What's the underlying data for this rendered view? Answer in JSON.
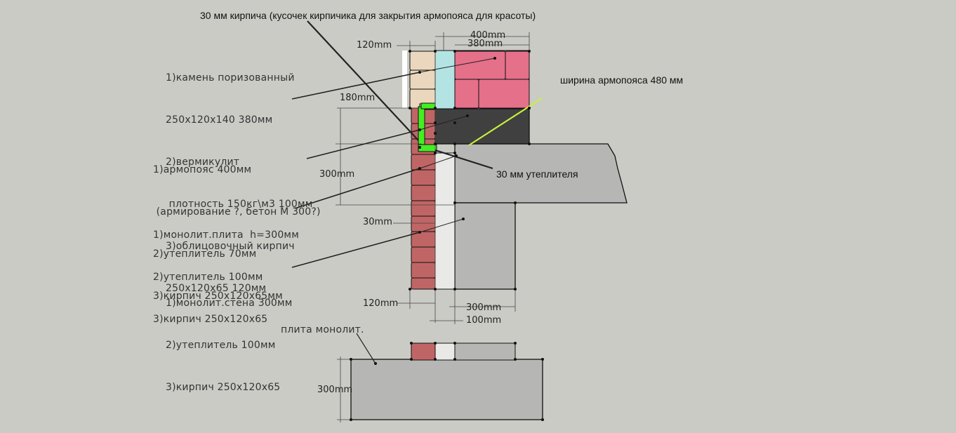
{
  "annotations": {
    "top_note": "30 мм кирпича (кусочек кирпичика для закрытия армопояса для красоты)",
    "belt_width_note": "ширина армопояса 480 мм",
    "insulation_note": "30 мм утеплителя"
  },
  "legend_blocks": {
    "wall_upper": [
      "1)камень поризованный",
      "250x120x140 380мм",
      "2)вермикулит",
      " плотность 150кг\\м3 100мм",
      "3)облицовочный кирпич",
      "250x120x65 120мм"
    ],
    "belt": [
      "1)армопояс 400мм",
      " (армирование ?, бетон М 300?)",
      "2)утеплитель 70мм",
      "3)кирпич 250x120x65мм"
    ],
    "slab": [
      "1)монолит.плита  h=300мм",
      "2)утеплитель 100мм",
      "3)кирпич 250x120x65"
    ],
    "wall_lower": [
      "1)монолит.стена 300мм",
      "2)утеплитель 100мм",
      "3)кирпич 250x120x65"
    ],
    "bottom_slab": "плита монолит."
  },
  "dimensions": {
    "d_120_top": "120mm",
    "d_400": "400mm",
    "d_380": "380mm",
    "d_180": "180mm",
    "d_300_left": "300mm",
    "d_30": "30mm",
    "d_120_bottom": "120mm",
    "d_300_bottom": "300mm",
    "d_100": "100mm",
    "d_300_slab": "300mm"
  },
  "colors": {
    "background": "#cbcbc6",
    "porous_block": "#e5708a",
    "vermiculite": "#b4e3e3",
    "facing_brick_upper": "#ead7bd",
    "belt_concrete": "#404040",
    "facing_brick_lower": "#c06565",
    "insulation": "#e9e9e7",
    "concrete": "#b6b6b4",
    "highlight_green": "#44ee22",
    "leader_line": "#222222",
    "belt_width_line": "#c8f03c"
  }
}
